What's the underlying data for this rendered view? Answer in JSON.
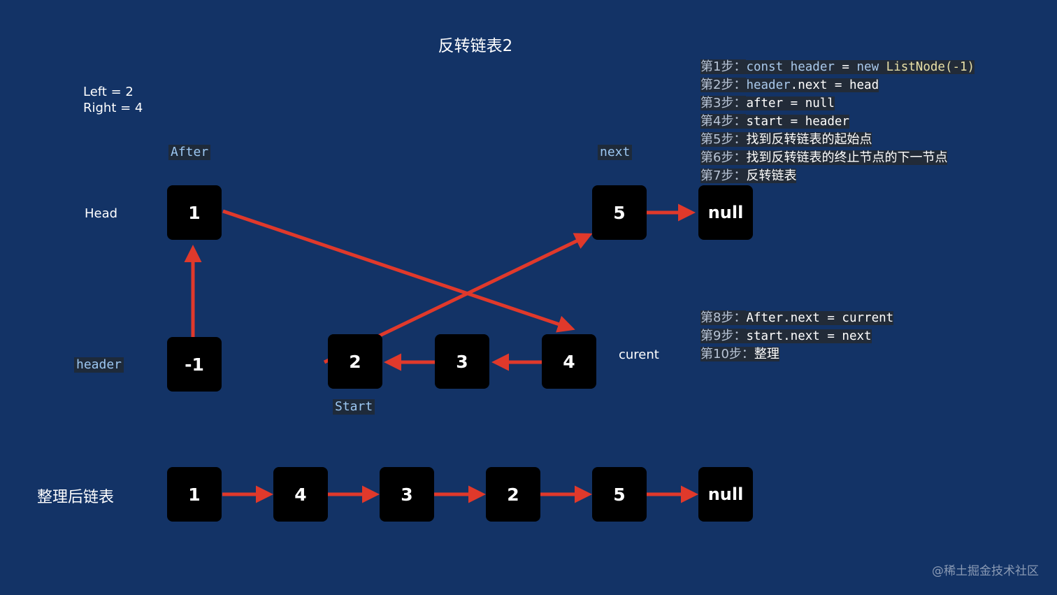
{
  "title": "反转链表2",
  "params": {
    "left": "Left = 2",
    "right": "Right = 4"
  },
  "labels": {
    "head": "Head",
    "after": "After",
    "next": "next",
    "header": "header",
    "start": "Start",
    "curent": "curent",
    "result": "整理后链表"
  },
  "top_nodes": {
    "n1": "1",
    "n5": "5",
    "null": "null",
    "nm1": "-1",
    "n2": "2",
    "n3": "3",
    "n4": "4"
  },
  "result_nodes": [
    "1",
    "4",
    "3",
    "2",
    "5",
    "null"
  ],
  "steps_a": [
    {
      "num": "第1步：",
      "parts": [
        [
          "kw",
          "const "
        ],
        [
          "kw",
          "header"
        ],
        [
          "plain",
          " = "
        ],
        [
          "kw",
          "new "
        ],
        [
          "fn",
          "ListNode(-1)"
        ]
      ]
    },
    {
      "num": "第2步：",
      "parts": [
        [
          "kw",
          "header"
        ],
        [
          "plain",
          ".next = head"
        ]
      ]
    },
    {
      "num": "第3步：",
      "parts": [
        [
          "plain",
          "after = null"
        ]
      ]
    },
    {
      "num": "第4步：",
      "parts": [
        [
          "plain",
          "start = header"
        ]
      ]
    },
    {
      "num": "第5步：",
      "parts": [
        [
          "cn",
          "找到反转链表的起始点"
        ]
      ]
    },
    {
      "num": "第6步：",
      "parts": [
        [
          "cn",
          "找到反转链表的终止节点的下一节点"
        ]
      ]
    },
    {
      "num": "第7步：",
      "parts": [
        [
          "cn",
          "反转链表"
        ]
      ]
    }
  ],
  "steps_b": [
    {
      "num": "第8步：",
      "parts": [
        [
          "plain",
          "After.next = current"
        ]
      ]
    },
    {
      "num": "第9步：",
      "parts": [
        [
          "plain",
          "start.next = next"
        ]
      ]
    },
    {
      "num": "第10步：",
      "parts": [
        [
          "cn",
          "整理"
        ]
      ]
    }
  ],
  "watermark": "@稀土掘金技术社区",
  "colors": {
    "background": "#133366",
    "node": "#000000",
    "arrow": "#e0392b",
    "code_keyword": "#a9c9ec"
  }
}
